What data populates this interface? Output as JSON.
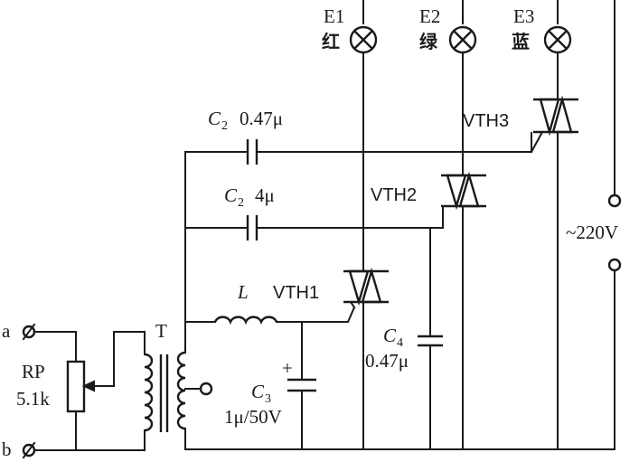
{
  "lamps": [
    {
      "id": "E1",
      "color_label": "红"
    },
    {
      "id": "E2",
      "color_label": "绿"
    },
    {
      "id": "E3",
      "color_label": "蓝"
    }
  ],
  "thyristors": {
    "vth1": "VTH1",
    "vth2": "VTH2",
    "vth3": "VTH3"
  },
  "capacitors": {
    "c2_top": {
      "symbol": "C",
      "sub": "2",
      "value": "0.47μ"
    },
    "c2_mid": {
      "symbol": "C",
      "sub": "2",
      "value": "4μ"
    },
    "c3": {
      "symbol": "C",
      "sub": "3",
      "value": "1μ/50V",
      "polarity": "+"
    },
    "c4": {
      "symbol": "C",
      "sub": "4",
      "value": "0.47μ"
    }
  },
  "inductor": {
    "symbol": "L"
  },
  "transformer": {
    "symbol": "T"
  },
  "potentiometer": {
    "name": "RP",
    "value": "5.1k"
  },
  "terminals": {
    "a": "a",
    "b": "b"
  },
  "supply": {
    "label": "~220V"
  }
}
